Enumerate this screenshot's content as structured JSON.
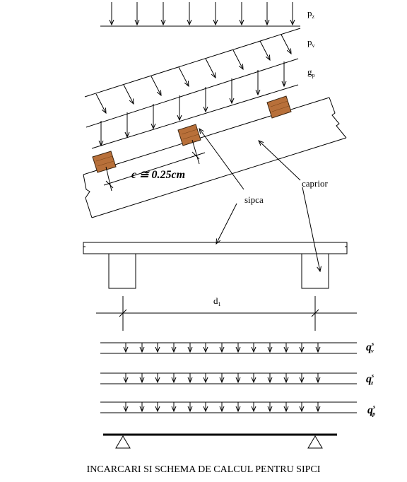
{
  "labels": {
    "pz": "p",
    "pz_sub": "z",
    "pv": "p",
    "pv_sub": "v",
    "gp": "g",
    "gp_sub": "p",
    "c_eq": "c ≅ 0.25cm",
    "caprior": "caprior",
    "sipca": "sipca",
    "d1": "d",
    "d1_sub": "1",
    "qv": "q",
    "qv_sup": "s",
    "qv_sub": "v",
    "qz": "q",
    "qz_sup": "s",
    "qz_sub": "z",
    "qp": "q",
    "qp_sup": "s",
    "qp_sub": "p"
  },
  "caption": "INCARCARI SI SCHEMA DE CALCUL PENTRU SIPCI"
}
